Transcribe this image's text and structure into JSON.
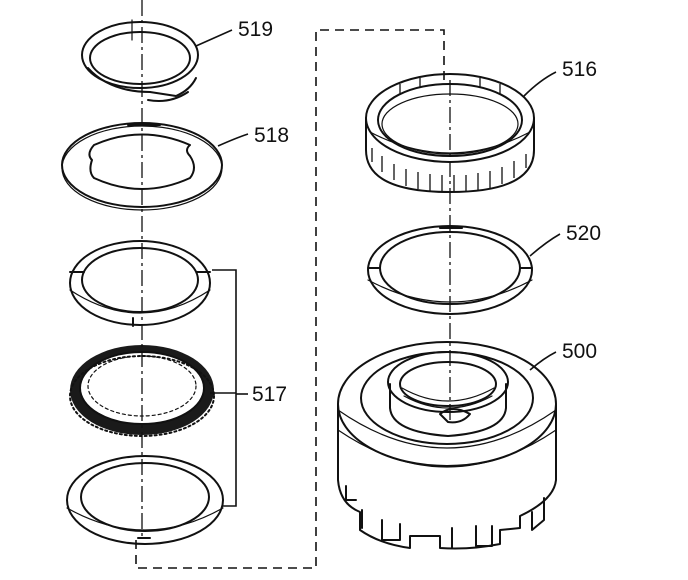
{
  "callouts": {
    "c519": "519",
    "c518": "518",
    "c517": "517",
    "c516": "516",
    "c520": "520",
    "c500": "500"
  }
}
